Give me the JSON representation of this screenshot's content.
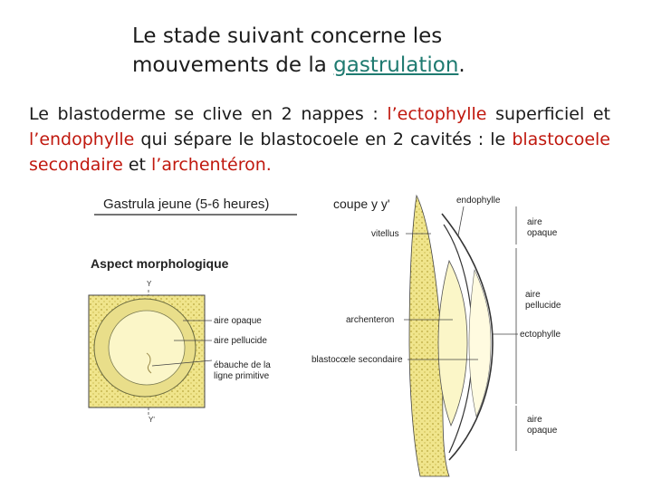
{
  "title": {
    "line1": "Le stade suivant concerne les",
    "line2_prefix": "mouvements de la ",
    "line2_link": "gastrulation",
    "line2_suffix": "."
  },
  "paragraph": {
    "p1": "Le blastoderme se clive en 2 nappes : ",
    "r1": "l’ectophylle",
    "p2": " superficiel et ",
    "r2": "l’endophylle",
    "p3": " qui sépare le blastocoele en 2 cavités : le ",
    "r3": "blastocoele secondaire",
    "p4": " et ",
    "r4": "l’archentéron."
  },
  "figure": {
    "heading": "Gastrula jeune (5-6 heures)",
    "section_label": "coupe y y'",
    "morph_heading": "Aspect morphologique",
    "axis_y": "Y",
    "axis_y_prime": "Y'",
    "left_labels": {
      "aire_opaque": "aire opaque",
      "aire_pellucide": "aire pellucide",
      "ebauche_1": "ébauche de la",
      "ebauche_2": "ligne primitive"
    },
    "section_labels": {
      "vitellus": "vitellus",
      "archenteron": "archenteron",
      "blastocoele": "blastocœle secondaire",
      "endophylle": "endophylle",
      "aire_opaque_top_1": "aire",
      "aire_opaque_top_2": "opaque",
      "aire_pellucide_1": "aire",
      "aire_pellucide_2": "pellucide",
      "ectophylle": "ectophylle",
      "aire_opaque_bottom_1": "aire",
      "aire_opaque_bottom_2": "opaque"
    },
    "colors": {
      "yolk": "#f0e58c",
      "yolk_dark": "#d9c85a",
      "pellucid": "#fbf6c8",
      "outline": "#333333"
    }
  }
}
